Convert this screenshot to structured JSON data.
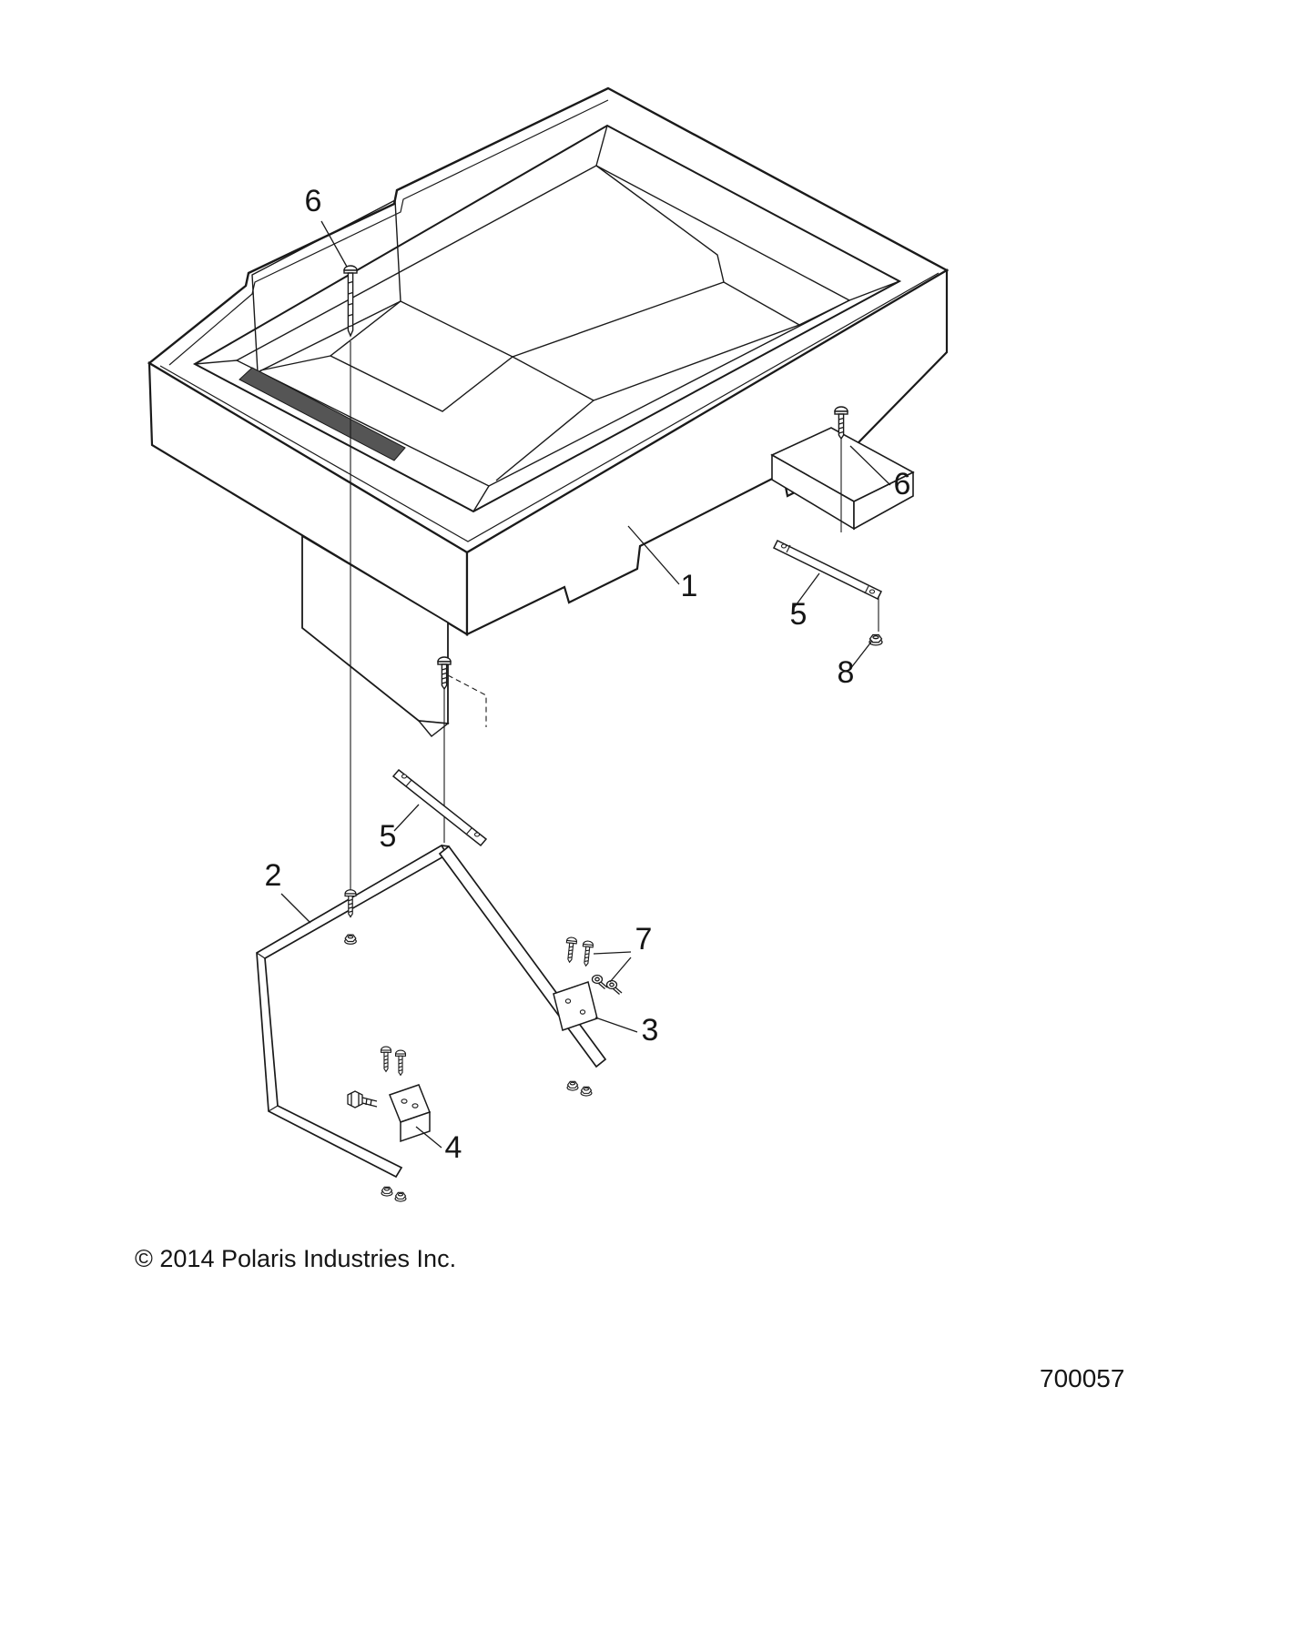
{
  "diagram": {
    "copyright": "© 2014 Polaris Industries Inc.",
    "figure_number": "700057",
    "callouts": [
      {
        "id": "callout-6-top",
        "label": "6"
      },
      {
        "id": "callout-6-right",
        "label": "6"
      },
      {
        "id": "callout-1",
        "label": "1"
      },
      {
        "id": "callout-5-right",
        "label": "5"
      },
      {
        "id": "callout-8",
        "label": "8"
      },
      {
        "id": "callout-5-left",
        "label": "5"
      },
      {
        "id": "callout-2",
        "label": "2"
      },
      {
        "id": "callout-7",
        "label": "7"
      },
      {
        "id": "callout-3",
        "label": "3"
      },
      {
        "id": "callout-4",
        "label": "4"
      }
    ]
  }
}
